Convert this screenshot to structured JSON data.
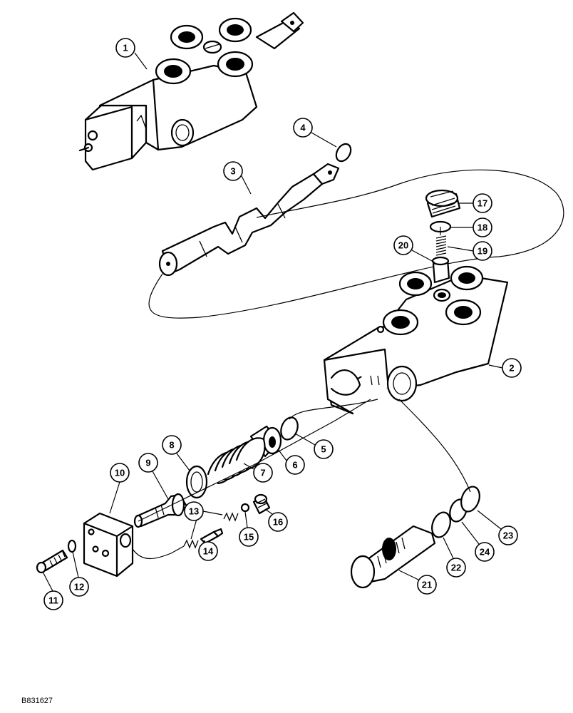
{
  "figure_ref": "B831627",
  "callouts": [
    "1",
    "2",
    "3",
    "4",
    "5",
    "6",
    "7",
    "8",
    "9",
    "10",
    "11",
    "12",
    "13",
    "14",
    "15",
    "16",
    "17",
    "18",
    "19",
    "20",
    "21",
    "22",
    "23",
    "24"
  ],
  "icons": {
    "valve_body": "valve-body-icon",
    "spool": "spool-icon",
    "spring": "spring-icon",
    "o_ring": "o-ring-icon",
    "cap": "end-cap-icon",
    "bolt": "bolt-icon",
    "plug": "plug-icon",
    "relief_valve": "relief-valve-cartridge-icon"
  }
}
